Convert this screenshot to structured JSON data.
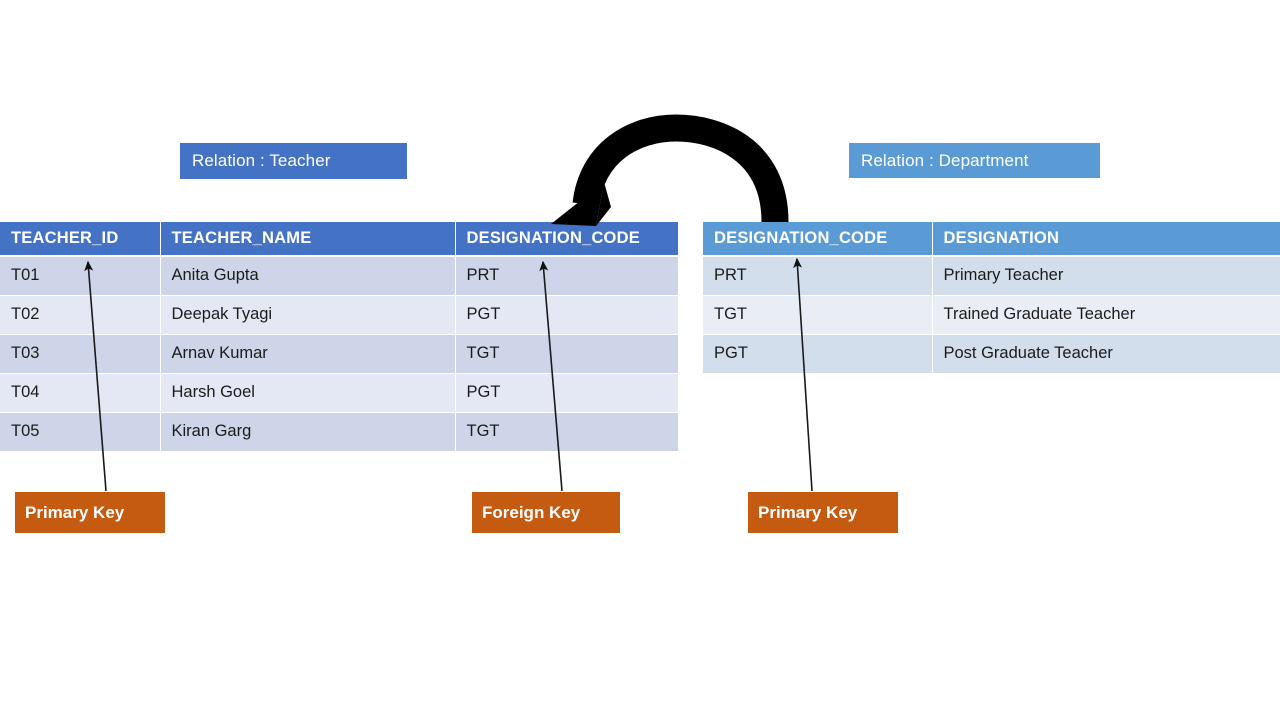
{
  "relations": {
    "teacher": {
      "caption": "Relation : Teacher",
      "columns": [
        "TEACHER_ID",
        "TEACHER_NAME",
        "DESIGNATION_CODE"
      ],
      "rows": [
        [
          "T01",
          "Anita Gupta",
          "PRT"
        ],
        [
          "T02",
          "Deepak Tyagi",
          "PGT"
        ],
        [
          "T03",
          "Arnav Kumar",
          "TGT"
        ],
        [
          "T04",
          "Harsh Goel",
          "PGT"
        ],
        [
          "T05",
          "Kiran Garg",
          "TGT"
        ]
      ]
    },
    "department": {
      "caption": "Relation : Department",
      "columns": [
        "DESIGNATION_CODE",
        "DESIGNATION"
      ],
      "rows": [
        [
          "PRT",
          "Primary Teacher"
        ],
        [
          "TGT",
          "Trained Graduate Teacher"
        ],
        [
          "PGT",
          "Post Graduate Teacher"
        ]
      ]
    }
  },
  "annotations": {
    "primary_key_teacher": "Primary Key",
    "foreign_key_teacher": "Foreign Key",
    "primary_key_department": "Primary Key"
  },
  "colors": {
    "teacher_header": "#4472C4",
    "department_header": "#5B9BD5",
    "key_box": "#C55A11",
    "arrow": "#000000",
    "teacher_row_odd": "#CED5E8",
    "teacher_row_even": "#E4E8F4",
    "department_row_odd": "#D3DEEC",
    "department_row_even": "#E9EEF6"
  }
}
